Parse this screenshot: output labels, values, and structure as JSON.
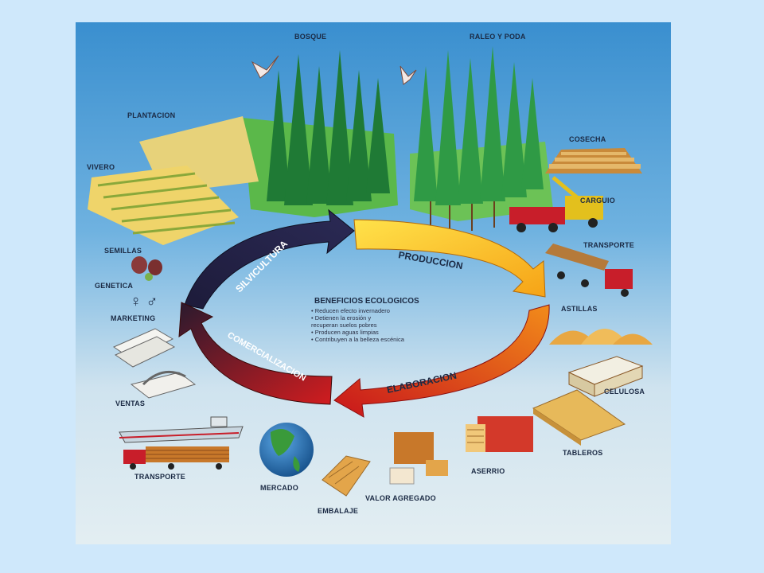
{
  "diagram": {
    "cycle": {
      "silvicultura": "SILVICULTURA",
      "produccion": "PRODUCCION",
      "elaboracion": "ELABORACION",
      "comercializacion": "COMERCIALIZACION"
    },
    "benefits": {
      "title": "BENEFICIOS ECOLOGICOS",
      "items": [
        "Reducen efecto invernadero",
        "Detienen la erosión y",
        "recuperan suelos pobres",
        "Producen aguas limpias",
        "Contribuyen a la belleza escénica"
      ]
    },
    "labels": {
      "bosque": "BOSQUE",
      "raleo_poda": "RALEO Y PODA",
      "plantacion": "PLANTACION",
      "vivero": "VIVERO",
      "cosecha": "COSECHA",
      "carguio": "CARGUIO",
      "transporte_right": "TRANSPORTE",
      "semillas": "SEMILLAS",
      "genetica": "GENETICA",
      "marketing": "MARKETING",
      "ventas": "VENTAS",
      "transporte_left": "TRANSPORTE",
      "astillas": "ASTILLAS",
      "celulosa": "CELULOSA",
      "tableros": "TABLEROS",
      "aserrio": "ASERRIO",
      "valor_agregado": "VALOR AGREGADO",
      "embalaje": "EMBALAJE",
      "mercado": "MERCADO"
    },
    "gender_symbols": "♀ ♂"
  }
}
